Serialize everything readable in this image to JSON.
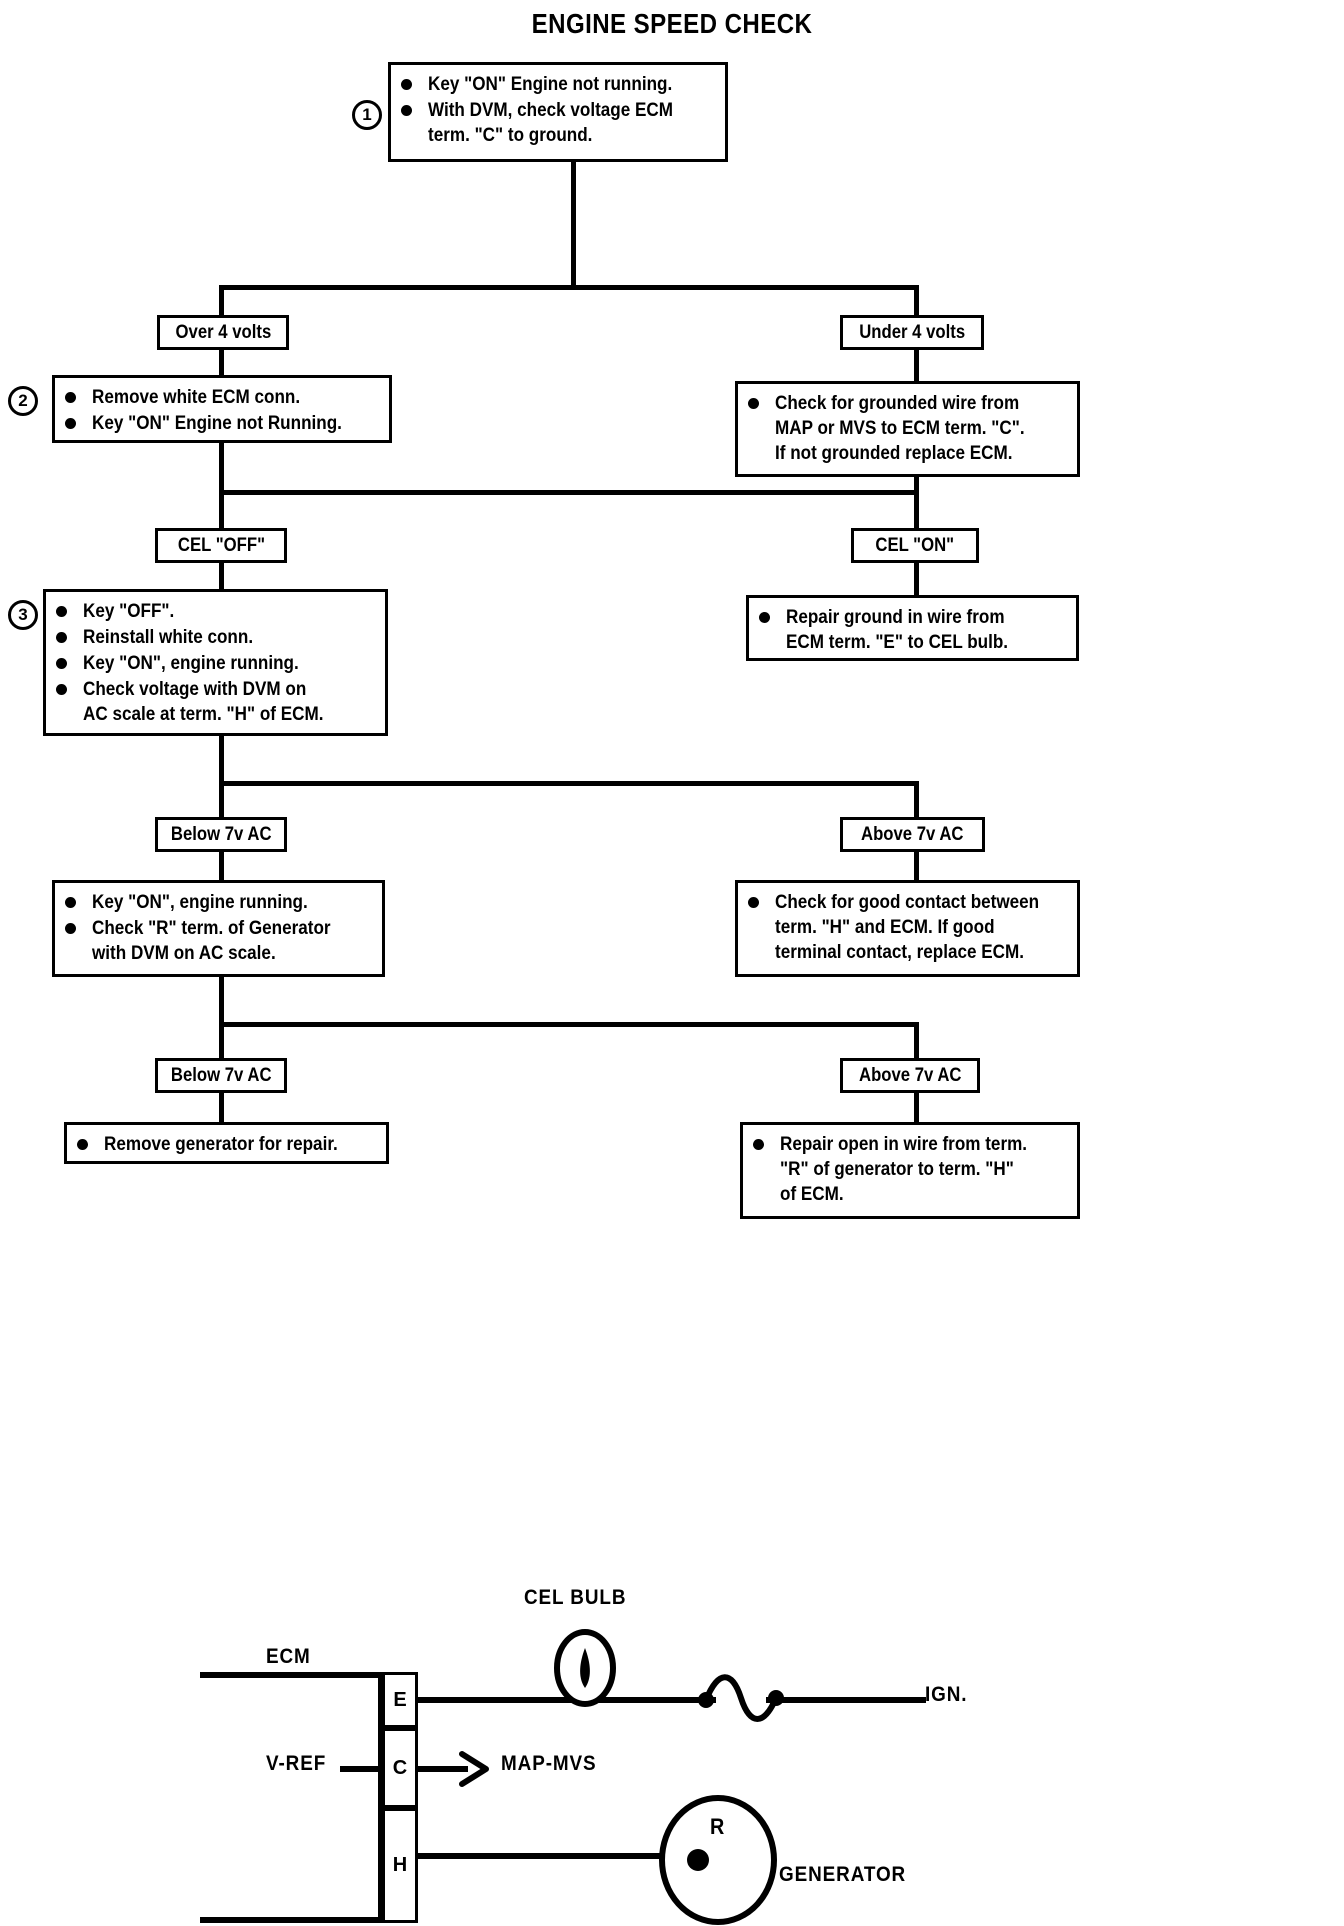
{
  "title": "ENGINE SPEED CHECK",
  "steps": [
    {
      "num": "1"
    },
    {
      "num": "2"
    },
    {
      "num": "3"
    }
  ],
  "nodes": {
    "step1": {
      "bullets": [
        [
          "Key \"ON\" Engine not running."
        ],
        [
          "With DVM, check voltage ECM",
          "term. \"C\" to ground."
        ]
      ]
    },
    "branch_over_4v": "Over 4 volts",
    "branch_under_4v": "Under 4 volts",
    "step2": {
      "bullets": [
        [
          "Remove white ECM conn."
        ],
        [
          "Key \"ON\" Engine not Running."
        ]
      ]
    },
    "under4v_action": {
      "bullets": [
        [
          "Check for grounded wire from",
          "MAP or MVS to ECM term. \"C\".",
          "If not grounded replace ECM."
        ]
      ]
    },
    "cel_off": "CEL \"OFF\"",
    "cel_on": "CEL \"ON\"",
    "step3": {
      "bullets": [
        [
          "Key \"OFF\"."
        ],
        [
          "Reinstall white conn."
        ],
        [
          "Key \"ON\", engine running."
        ],
        [
          "Check voltage with DVM on",
          "AC scale at term. \"H\" of ECM."
        ]
      ]
    },
    "cel_on_action": {
      "bullets": [
        [
          "Repair ground in wire from",
          "ECM term. \"E\" to CEL bulb."
        ]
      ]
    },
    "below_7v_1": "Below 7v AC",
    "above_7v_1": "Above 7v  AC",
    "below7v_action": {
      "bullets": [
        [
          "Key \"ON\", engine running."
        ],
        [
          "Check \"R\" term. of Generator",
          "with DVM on AC scale."
        ]
      ]
    },
    "above7v_action": {
      "bullets": [
        [
          "Check for good contact between",
          "term. \"H\" and ECM. If good",
          "terminal contact, replace ECM."
        ]
      ]
    },
    "below_7v_2": "Below 7v AC",
    "above_7v_2": "Above 7v AC",
    "below7v_final": {
      "bullets": [
        [
          "Remove generator for repair."
        ]
      ]
    },
    "above7v_final": {
      "bullets": [
        [
          "Repair open in wire from term.",
          "\"R\" of generator to term. \"H\"",
          "of ECM."
        ]
      ]
    }
  },
  "schematic": {
    "ecm_label": "ECM",
    "cel_bulb_label": "CEL BULB",
    "ign_label": "IGN.",
    "vref_label": "V-REF",
    "map_mvs_label": "MAP-MVS",
    "generator_label": "GENERATOR",
    "generator_terminal": "R",
    "pins": [
      "E",
      "C",
      "H"
    ]
  },
  "colors": {
    "ink": "#000000",
    "paper": "#ffffff"
  }
}
